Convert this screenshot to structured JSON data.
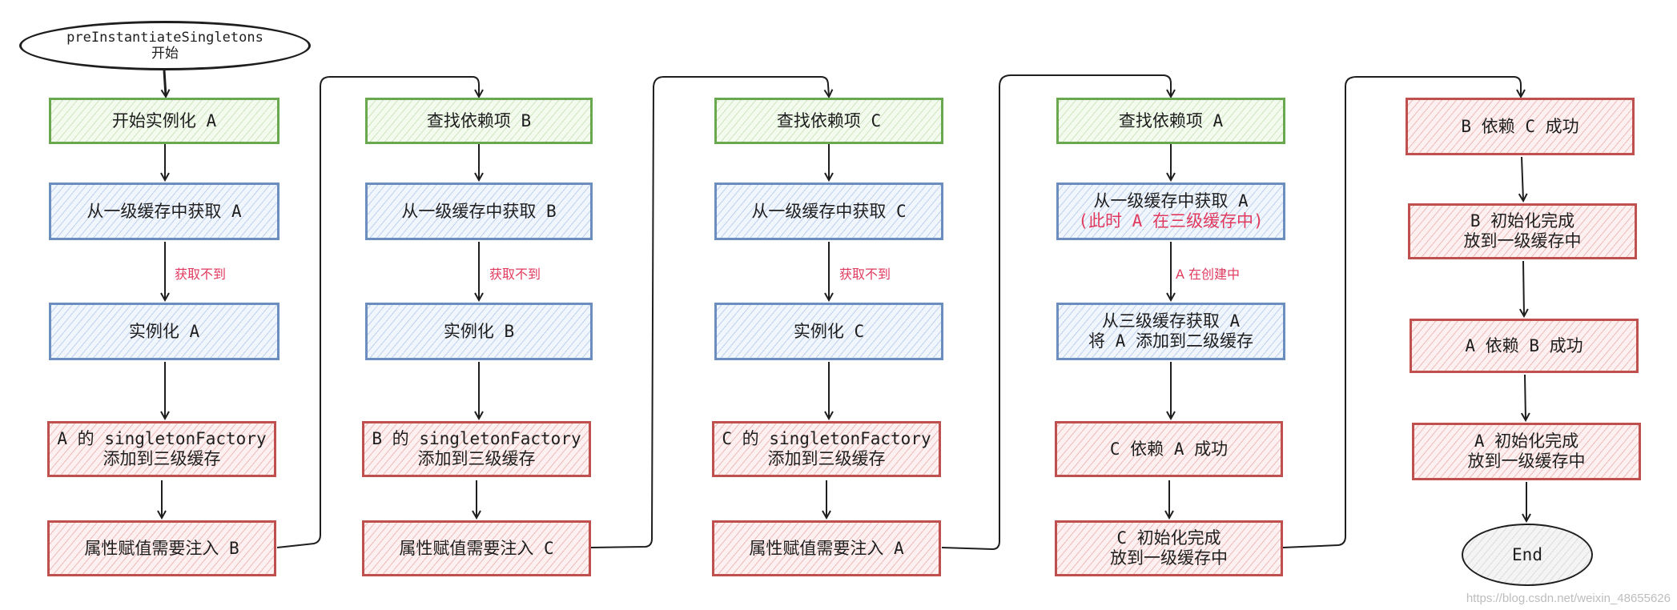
{
  "start": {
    "line1": "preInstantiateSingletons",
    "line2": "开始"
  },
  "end": {
    "label": "End"
  },
  "columns": [
    {
      "steps": [
        {
          "text": "开始实例化 A"
        },
        {
          "text": "从一级缓存中获取 A"
        },
        {
          "text": "实例化 A"
        },
        {
          "text": "A 的 singletonFactory",
          "text2": "添加到三级缓存"
        },
        {
          "text": "属性赋值需要注入 B"
        }
      ],
      "edge_label": "获取不到"
    },
    {
      "steps": [
        {
          "text": "查找依赖项 B"
        },
        {
          "text": "从一级缓存中获取 B"
        },
        {
          "text": "实例化 B"
        },
        {
          "text": "B 的 singletonFactory",
          "text2": "添加到三级缓存"
        },
        {
          "text": "属性赋值需要注入 C"
        }
      ],
      "edge_label": "获取不到"
    },
    {
      "steps": [
        {
          "text": "查找依赖项 C"
        },
        {
          "text": "从一级缓存中获取 C"
        },
        {
          "text": "实例化 C"
        },
        {
          "text": "C 的 singletonFactory",
          "text2": "添加到三级缓存"
        },
        {
          "text": "属性赋值需要注入 A"
        }
      ],
      "edge_label": "获取不到"
    },
    {
      "steps": [
        {
          "text": "查找依赖项 A"
        },
        {
          "text": "从一级缓存中获取 A",
          "note": "(此时 A 在三级缓存中)"
        },
        {
          "text": "从三级缓存获取 A",
          "text2": "将 A 添加到二级缓存"
        },
        {
          "text": "C 依赖 A 成功"
        },
        {
          "text": "C 初始化完成",
          "text2": "放到一级缓存中"
        }
      ],
      "edge_label": "A 在创建中"
    },
    {
      "steps": [
        {
          "text": "B 依赖 C 成功"
        },
        {
          "text": "B 初始化完成",
          "text2": "放到一级缓存中"
        },
        {
          "text": "A 依赖 B 成功"
        },
        {
          "text": "A 初始化完成",
          "text2": "放到一级缓存中"
        }
      ]
    }
  ],
  "watermark": "https://blog.csdn.net/weixin_48655626",
  "colors": {
    "green_border": "#6aa84f",
    "blue_border": "#6c8ebf",
    "red_border": "#c0504d",
    "label_red": "#e03a5e",
    "line": "#1e1e1e"
  }
}
